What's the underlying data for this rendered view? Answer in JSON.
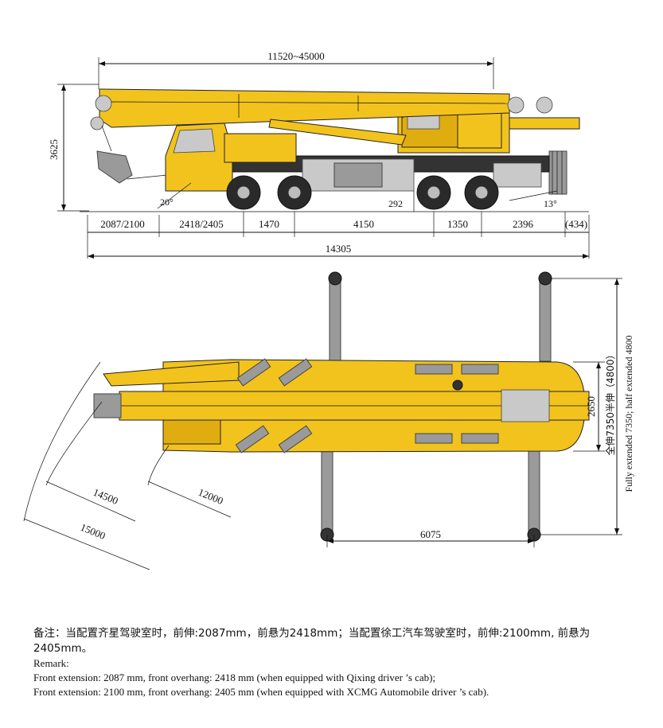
{
  "side_view": {
    "boom_length": "11520~45000",
    "height": "3625",
    "approach_angle": "20°",
    "departure_angle": "13°",
    "ground_clearance": "292",
    "segments": [
      "2087/2100",
      "2418/2405",
      "1470",
      "4150",
      "1350",
      "2396",
      "(434)"
    ],
    "overall_length": "14305"
  },
  "top_view": {
    "outrigger_span": "6075",
    "width": "2650",
    "outrigger_cn": "全伸7350半伸（4800）",
    "outrigger_en": "Fully extended 7350; half extended 4800",
    "radius_1": "14500",
    "radius_2": "12000",
    "radius_3": "15000"
  },
  "notes": {
    "cn": "备注：当配置齐星驾驶室时，前伸:2087mm，前悬为2418mm；当配置徐工汽车驾驶室时，前伸:2100mm, 前悬为2405mm。",
    "remark": "Remark:",
    "en_1": "Front extension: 2087 mm, front overhang: 2418 mm (when equipped with Qixing driver ’s cab);",
    "en_2": "Front extension: 2100 mm, front overhang: 2405 mm (when equipped with XCMG Automobile driver ’s cab)."
  },
  "colors": {
    "body": "#f2c31c",
    "outline": "#222222",
    "gray": "#9a9a9a"
  }
}
